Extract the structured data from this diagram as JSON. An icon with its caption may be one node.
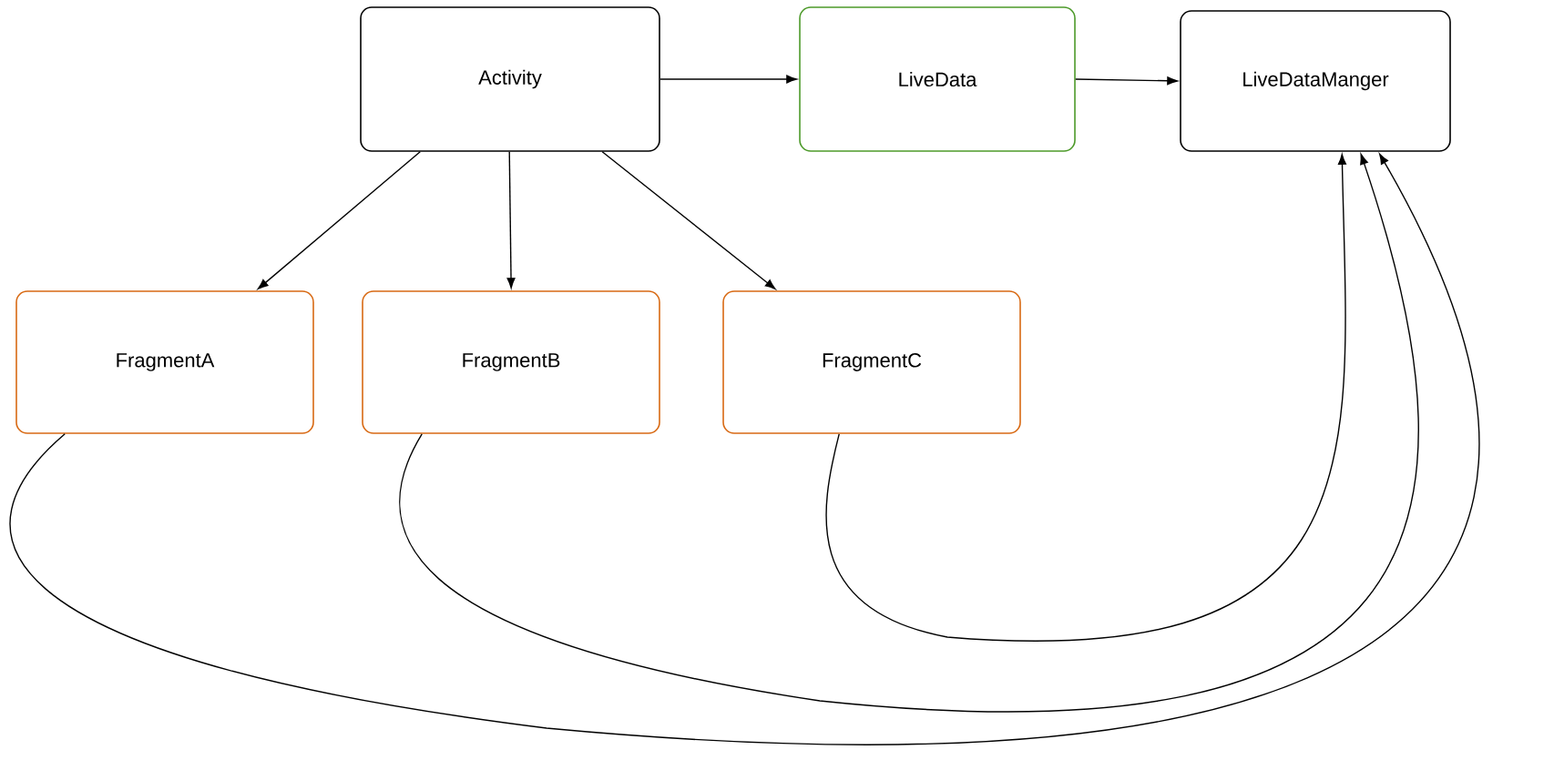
{
  "diagram": {
    "nodes": [
      {
        "text": [
          "Activity"
        ]
      },
      {
        "text": [
          "LiveData"
        ]
      },
      {
        "text": [
          "LiveDataManger"
        ]
      },
      {
        "text": [
          "FragmentA"
        ]
      },
      {
        "text": [
          "FragmentB"
        ]
      },
      {
        "text": [
          "FragmentC"
        ]
      }
    ],
    "edges": [
      {
        "from": 0,
        "to": 1,
        "arrow": "to"
      },
      {
        "from": 1,
        "to": 2,
        "arrow": "to"
      },
      {
        "from": 0,
        "to": 3,
        "arrow": "to"
      },
      {
        "from": 0,
        "to": 4,
        "arrow": "to"
      },
      {
        "from": 0,
        "to": 5,
        "arrow": "to"
      },
      {
        "from": 3,
        "to": 2,
        "arrow": "to"
      },
      {
        "from": 4,
        "to": 2,
        "arrow": "to"
      },
      {
        "from": 5,
        "to": 2,
        "arrow": "to"
      }
    ]
  }
}
